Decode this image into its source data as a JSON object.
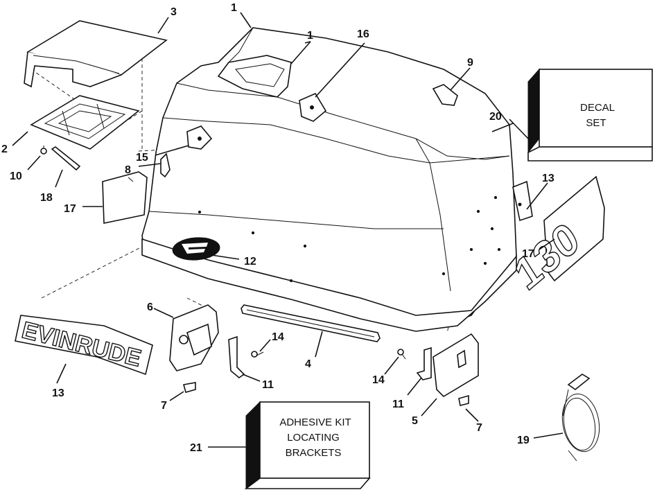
{
  "callouts": {
    "c1": "1",
    "c1b": "1",
    "c2": "2",
    "c3": "3",
    "c4": "4",
    "c5": "5",
    "c6": "6",
    "c7a": "7",
    "c7b": "7",
    "c8": "8",
    "c9": "9",
    "c10": "10",
    "c11a": "11",
    "c11b": "11",
    "c12": "12",
    "c13a": "13",
    "c13b": "13",
    "c14a": "14",
    "c14b": "14",
    "c15": "15",
    "c16": "16",
    "c17a": "17",
    "c17b": "17",
    "c18": "18",
    "c19": "19",
    "c20": "20",
    "c21": "21"
  },
  "decal_box": {
    "line1": "DECAL",
    "line2": "SET"
  },
  "adhesive_box": {
    "line1": "ADHESIVE KIT",
    "line2": "LOCATING",
    "line3": "BRACKETS"
  },
  "logo_decal": "EVINRUDE",
  "model_decal": "130"
}
